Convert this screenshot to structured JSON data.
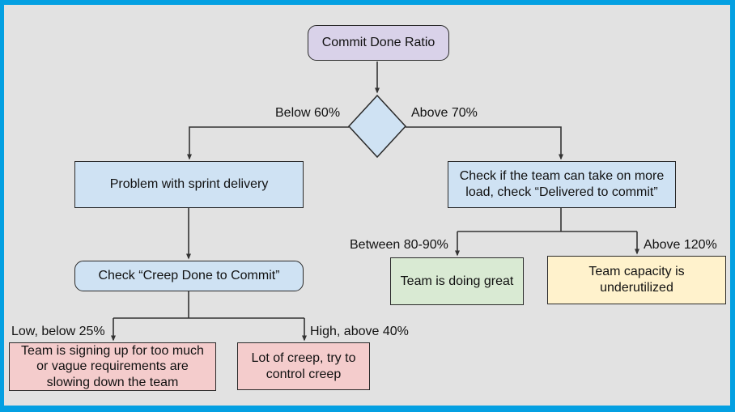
{
  "frame": {
    "background_color": "#e2e2e2",
    "border_color": "#04a0e2",
    "line_color": "#333333"
  },
  "nodes": {
    "start": {
      "label": "Commit Done Ratio",
      "fill": "#d9d2e9",
      "shape": "rounded-rect"
    },
    "decision": {
      "label": "",
      "fill": "#cfe2f3",
      "shape": "diamond"
    },
    "problem": {
      "label": "Problem with sprint delivery",
      "fill": "#cfe2f3",
      "shape": "rect"
    },
    "check_creep": {
      "label": "Check “Creep Done to Commit”",
      "fill": "#cfe2f3",
      "shape": "rounded-rect"
    },
    "signing_up": {
      "label": "Team is signing up for too much\nor vague requirements are\nslowing down the team",
      "fill": "#f4cccc",
      "shape": "rect"
    },
    "lot_of_creep": {
      "label": "Lot of creep, try to\ncontrol creep",
      "fill": "#f4cccc",
      "shape": "rect"
    },
    "check_load": {
      "label": "Check if the team can take on more\nload, check “Delivered to commit”",
      "fill": "#cfe2f3",
      "shape": "rect"
    },
    "doing_great": {
      "label": "Team is doing great",
      "fill": "#d9ead3",
      "shape": "rect"
    },
    "underutilized": {
      "label": "Team capacity is\nunderutilized",
      "fill": "#fff2cc",
      "shape": "rect"
    }
  },
  "edge_labels": {
    "below_60": "Below 60%",
    "above_70": "Above 70%",
    "low_below_25": "Low, below 25%",
    "high_above_40": "High, above 40%",
    "between_80_90": "Between 80-90%",
    "above_120": "Above 120%"
  }
}
